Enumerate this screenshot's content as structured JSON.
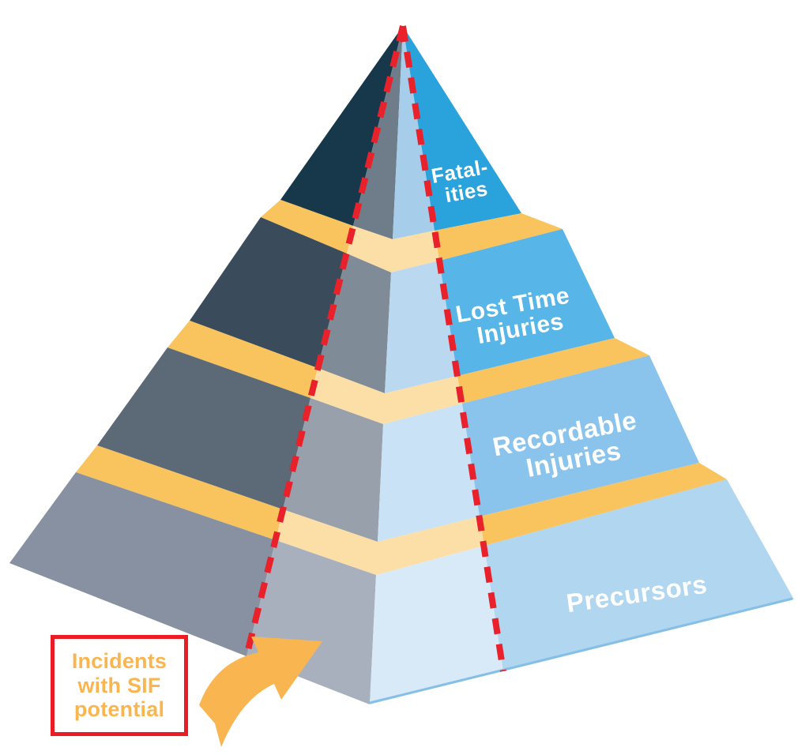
{
  "pyramid": {
    "tiers": [
      {
        "id": "fatalities",
        "lines": [
          "Fatal-",
          "ities"
        ]
      },
      {
        "id": "lost-time-injuries",
        "lines": [
          "Lost Time",
          "Injuries"
        ]
      },
      {
        "id": "recordable-injuries",
        "lines": [
          "Recordable",
          "Injuries"
        ]
      },
      {
        "id": "precursors",
        "lines": [
          "Precursors"
        ]
      }
    ]
  },
  "callout": {
    "lines": [
      "Incidents",
      "with SIF",
      "potential"
    ]
  },
  "icons": {
    "callout_arrow": "curved-arrow"
  },
  "colors": {
    "tier1-left": "#17384A",
    "tier2-left": "#3A4B5B",
    "tier3-left": "#5C6A77",
    "tier4-left": "#8891A1",
    "tier1-strip-left": "#6F7D8A",
    "tier2-strip-left": "#808B98",
    "tier3-strip-left": "#97A0AB",
    "tier4-strip-left": "#A9B0BD",
    "tier1-right": "#2AA2DC",
    "tier2-right": "#58B5E7",
    "tier3-right": "#8AC4EC",
    "tier4-right": "#B0D6F0",
    "tier1-strip-right": "#A6CDE9",
    "tier2-strip-right": "#BAD9F0",
    "tier3-strip-right": "#C9E2F5",
    "tier4-strip-right": "#D8EAF8",
    "band-orange": "#F9C35E",
    "band-cream": "#FCDFA7",
    "dash-red": "#E8212B",
    "callout-border": "#EC1C24",
    "accent-orange": "#F9B650",
    "label-white": "#FFFFFF",
    "edge-blue": "#85BFE7"
  }
}
